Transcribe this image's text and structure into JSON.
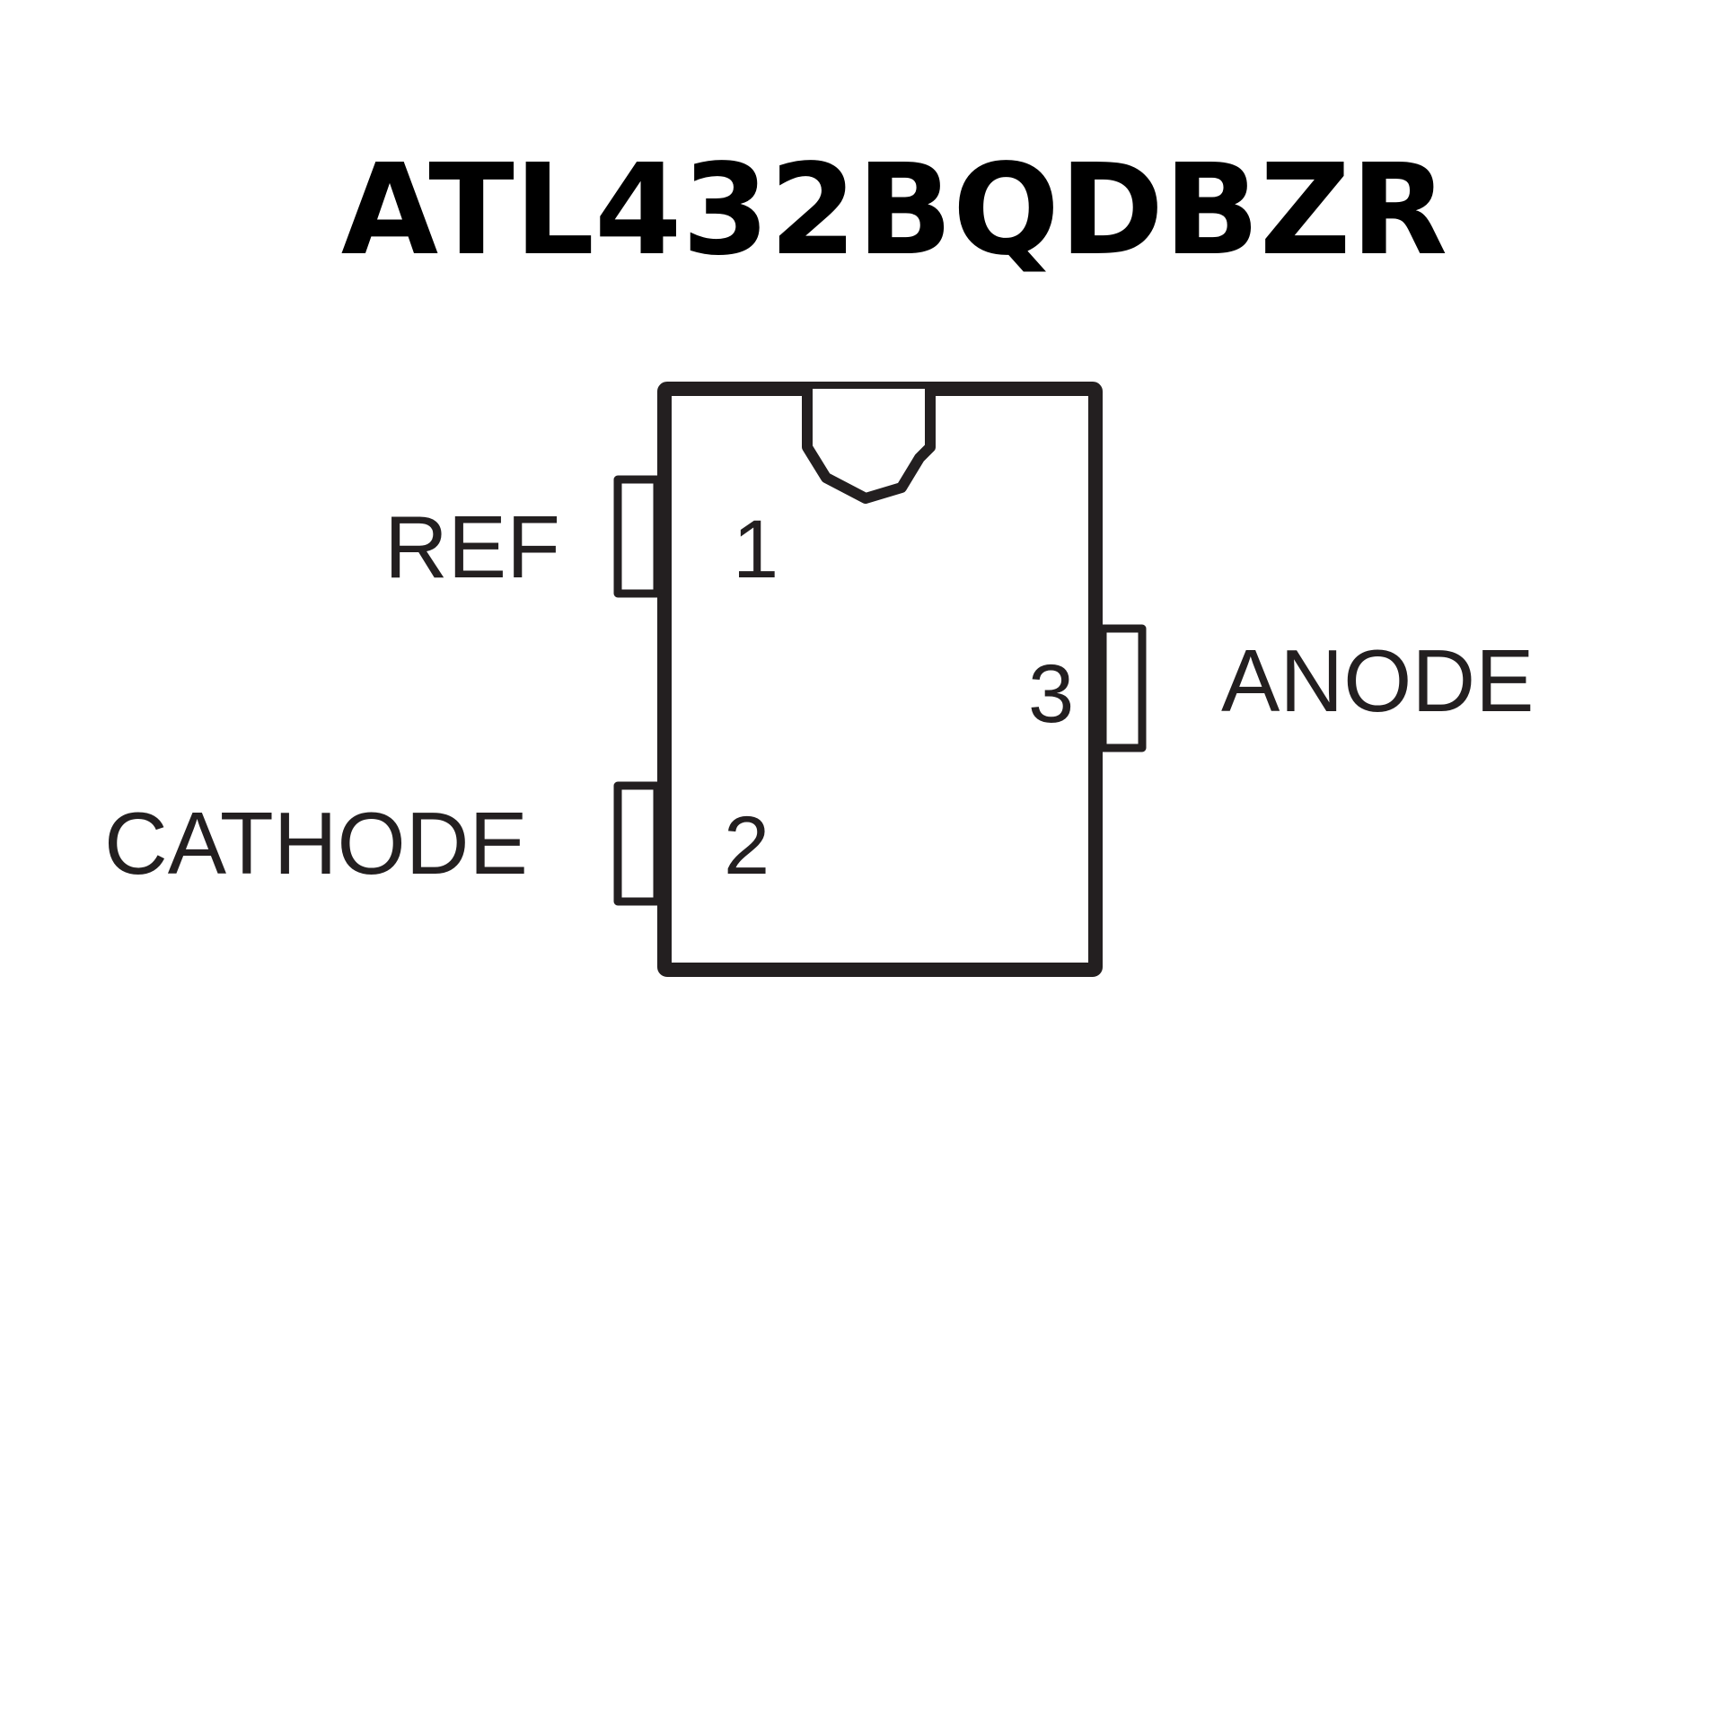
{
  "title": "ATL432BQDBZR",
  "pins": [
    {
      "number": "1",
      "name": "REF"
    },
    {
      "number": "2",
      "name": "CATHODE"
    },
    {
      "number": "3",
      "name": "ANODE"
    }
  ]
}
